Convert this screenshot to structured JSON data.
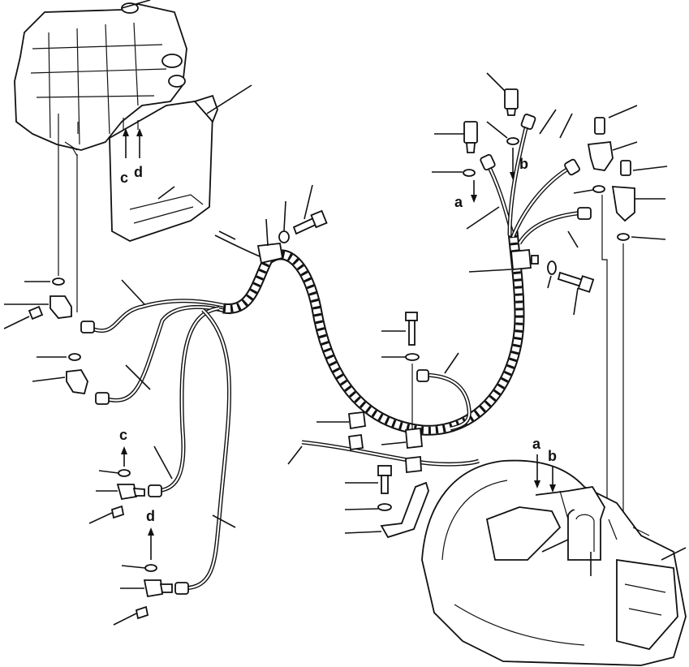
{
  "labels": {
    "a_upper": "a",
    "b_upper": "b",
    "c_upper": "c",
    "d_upper": "d",
    "c_lower": "c",
    "d_lower": "d",
    "a_trans": "a",
    "b_trans": "b"
  }
}
